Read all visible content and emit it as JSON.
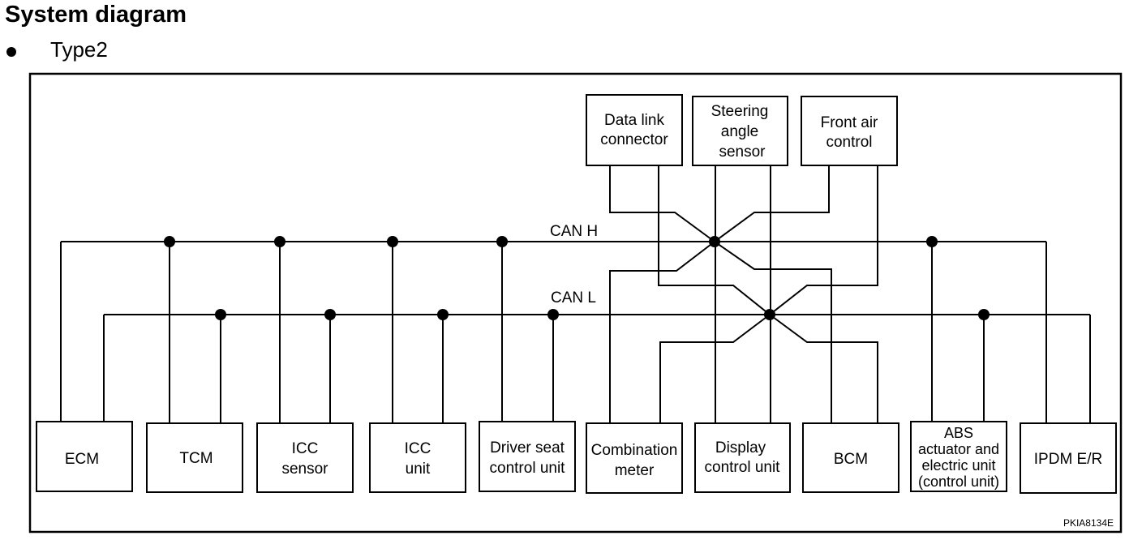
{
  "header": {
    "title": "System diagram",
    "subtitle": "Type2"
  },
  "bus": {
    "can_h_label": "CAN H",
    "can_l_label": "CAN L"
  },
  "top_units": [
    {
      "key": "dlc",
      "lines": [
        "Data link",
        "connector"
      ]
    },
    {
      "key": "steering",
      "lines": [
        "Steering",
        "angle",
        "sensor"
      ]
    },
    {
      "key": "front_air",
      "lines": [
        "Front air",
        "control"
      ]
    }
  ],
  "bottom_units": [
    {
      "key": "ecm",
      "lines": [
        "ECM"
      ]
    },
    {
      "key": "tcm",
      "lines": [
        "TCM"
      ]
    },
    {
      "key": "icc_sensor",
      "lines": [
        "ICC",
        "sensor"
      ]
    },
    {
      "key": "icc_unit",
      "lines": [
        "ICC",
        "unit"
      ]
    },
    {
      "key": "driver_seat",
      "lines": [
        "Driver seat",
        "control unit"
      ]
    },
    {
      "key": "combination",
      "lines": [
        "Combination",
        "meter"
      ]
    },
    {
      "key": "display",
      "lines": [
        "Display",
        "control unit"
      ]
    },
    {
      "key": "bcm",
      "lines": [
        "BCM"
      ]
    },
    {
      "key": "abs",
      "lines": [
        "ABS",
        "actuator and",
        "electric unit",
        "(control unit)"
      ]
    },
    {
      "key": "ipdm",
      "lines": [
        "IPDM E/R"
      ]
    }
  ],
  "figure_code": "PKIA8134E"
}
